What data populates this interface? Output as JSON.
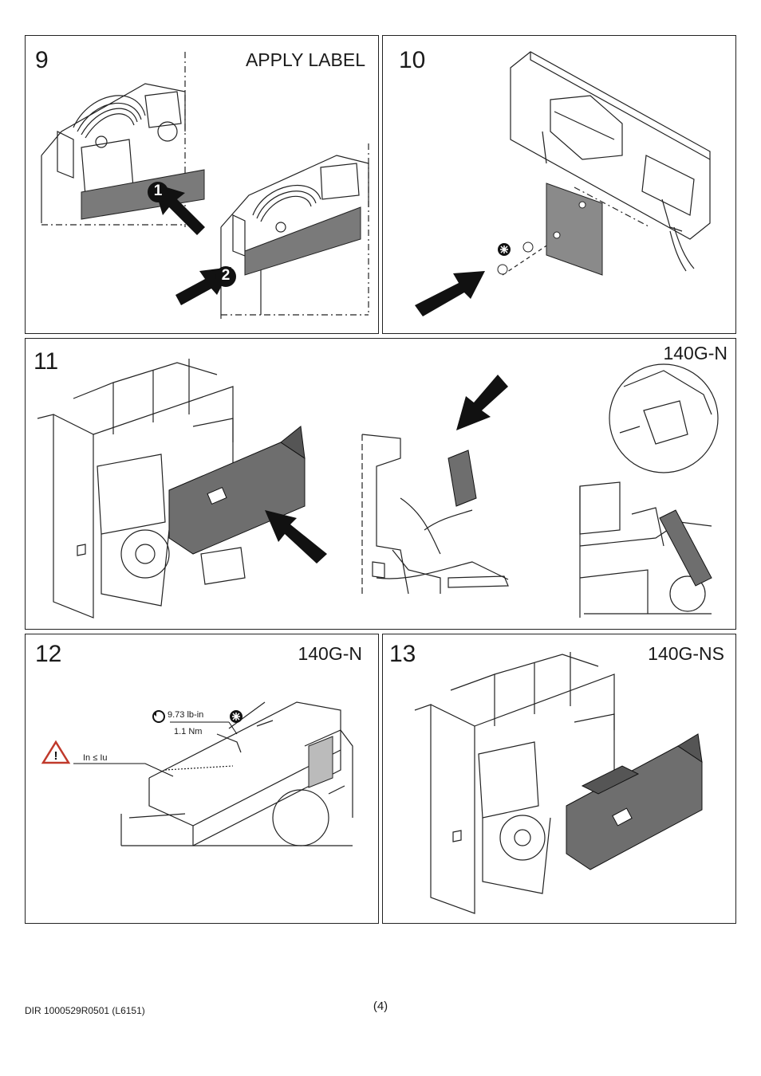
{
  "steps": [
    {
      "number": "9",
      "label": "APPLY LABEL",
      "callouts": [
        "1",
        "2"
      ]
    },
    {
      "number": "10",
      "label": ""
    },
    {
      "number": "11",
      "label": "140G-N"
    },
    {
      "number": "12",
      "label": "140G-N",
      "torque_imperial": "9.73 lb-in",
      "torque_metric": "1.1 Nm",
      "warning_text": "In ≤ Iu"
    },
    {
      "number": "13",
      "label": "140G-NS"
    }
  ],
  "footer": {
    "doc_id": "DIR 1000529R0501 (L6151)",
    "page": "(4)"
  }
}
